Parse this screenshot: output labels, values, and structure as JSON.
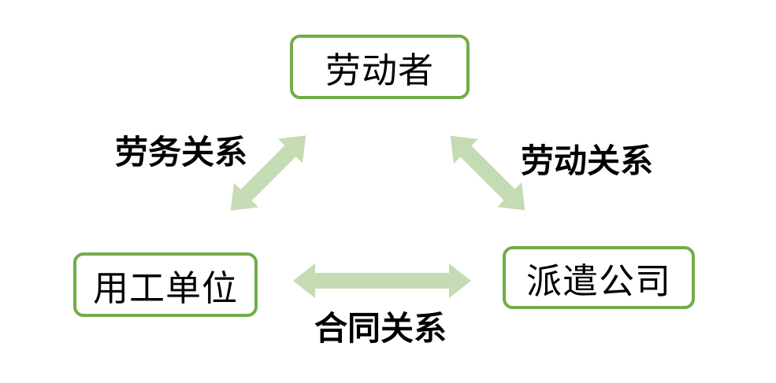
{
  "diagram": {
    "nodes": [
      {
        "id": "worker",
        "label": "劳动者"
      },
      {
        "id": "employing-unit",
        "label": "用工单位"
      },
      {
        "id": "dispatch-company",
        "label": "派遣公司"
      }
    ],
    "relationships": [
      {
        "id": "labor-service",
        "label": "劳务关系",
        "between": [
          "劳动者",
          "用工单位"
        ],
        "arrow": "double-headed-diagonal"
      },
      {
        "id": "labor",
        "label": "劳动关系",
        "between": [
          "劳动者",
          "派遣公司"
        ],
        "arrow": "double-headed-diagonal"
      },
      {
        "id": "contract",
        "label": "合同关系",
        "between": [
          "用工单位",
          "派遣公司"
        ],
        "arrow": "double-headed-horizontal"
      }
    ],
    "colors": {
      "node_border": "#70AD47",
      "node_background": "#FFFFFF",
      "node_text": "#000000",
      "label_text": "#000000",
      "arrow_fill": "#C5DBB4",
      "page_background": "#FFFFFF"
    }
  }
}
